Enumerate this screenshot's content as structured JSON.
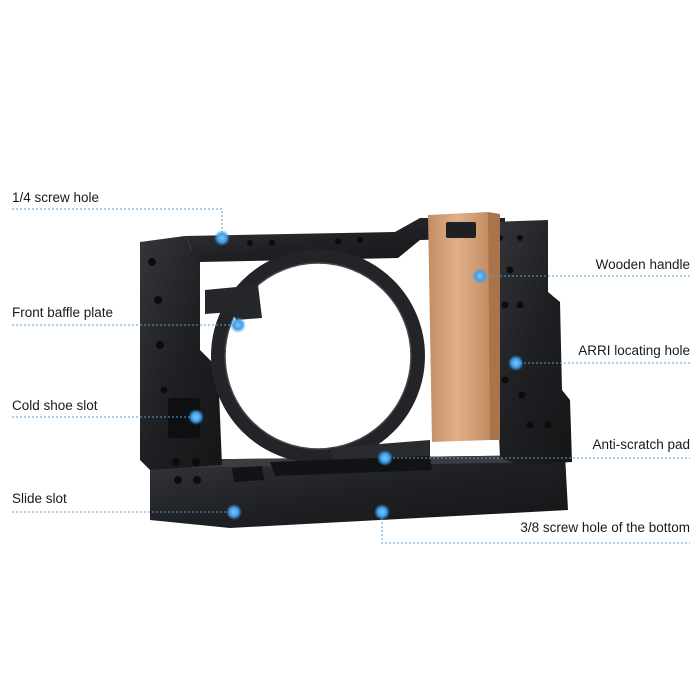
{
  "callouts": {
    "screw_hole_quarter": "1/4 screw hole",
    "front_baffle_plate": "Front baffle plate",
    "cold_shoe_slot": "Cold shoe slot",
    "slide_slot": "Slide slot",
    "wooden_handle": "Wooden handle",
    "arri_locating_hole": "ARRI locating hole",
    "anti_scratch_pad": "Anti-scratch pad",
    "screw_hole_bottom": "3/8 screw hole of the bottom"
  },
  "colors": {
    "metal": "#1e1f22",
    "wood": "#d9a67c",
    "leader_line": "#5aa0d6",
    "marker": "#3f9ee8",
    "text": "#1a1a1a"
  }
}
